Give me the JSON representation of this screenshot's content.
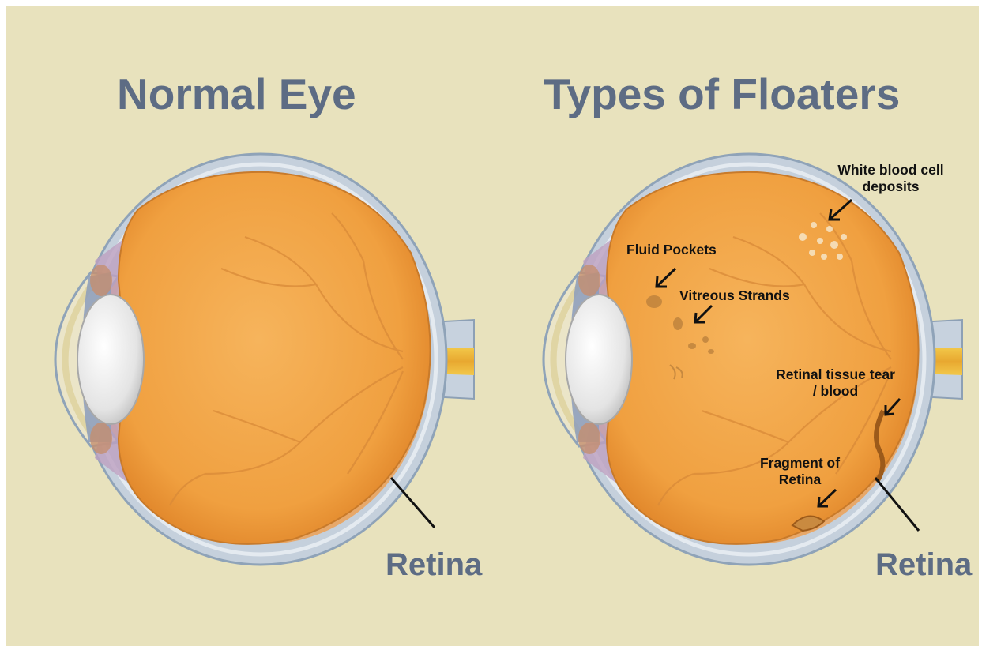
{
  "colors": {
    "background": "#e8e2bd",
    "title": "#5d6c84",
    "vitreous": "#f0a448",
    "sclera": "#c5d0dc",
    "annotation": "#111111"
  },
  "left_panel": {
    "title": "Normal Eye",
    "retina_label": "Retina"
  },
  "right_panel": {
    "title": "Types of Floaters",
    "retina_label": "Retina",
    "annotations": {
      "white_blood_cell": "White blood cell deposits",
      "fluid_pockets": "Fluid Pockets",
      "vitreous_strands": "Vitreous Strands",
      "retinal_tear": "Retinal tissue tear / blood",
      "retina_fragment": "Fragment of Retina"
    }
  }
}
